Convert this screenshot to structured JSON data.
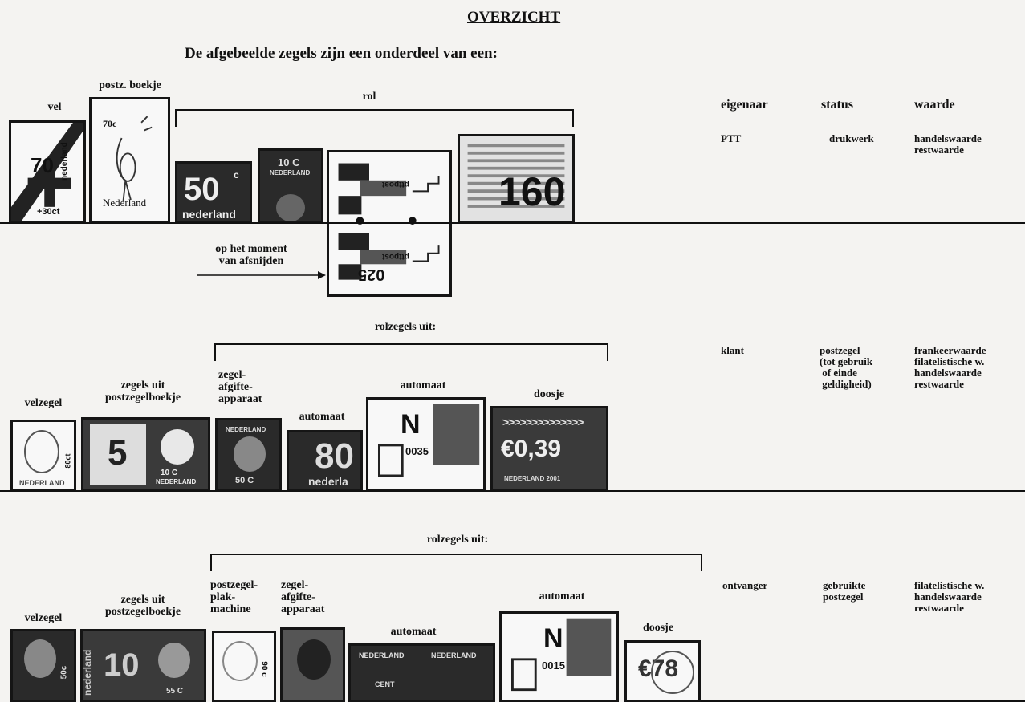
{
  "title": "OVERZICHT",
  "subtitle": "De afgebeelde zegels zijn een onderdeel van een:",
  "columns": {
    "owner": "eigenaar",
    "status": "status",
    "value": "waarde"
  },
  "section1": {
    "labels": {
      "vel": "vel",
      "boekje": "postz. boekje",
      "rol": "rol",
      "moment": "op het moment\nvan afsnijden"
    },
    "owner": "PTT",
    "status": "drukwerk",
    "value": "handelswaarde\nrestwaarde",
    "stamps": {
      "vel_num": "70",
      "vel_country": "nederland",
      "vel_surcharge": "+30ct",
      "boekje_val": "70c",
      "boekje_country": "Nederland",
      "rol1_val": "50",
      "rol1_c": "c",
      "rol1_country": "nederland",
      "rol2_val": "10 C",
      "rol2_country": "NEDERLAND",
      "strip_text": "pttpost",
      "strip_val": "025",
      "big_val": "160"
    }
  },
  "section2": {
    "labels": {
      "rolzegels": "rolzegels uit:",
      "velzegel": "velzegel",
      "boekje": "zegels uit\npostzegelboekje",
      "zegel_afgifte": "zegel-\nafgifte-\napparaat",
      "automaat1": "automaat",
      "automaat2": "automaat",
      "doosje": "doosje"
    },
    "owner": "klant",
    "status": "postzegel\n(tot gebruik\n of einde\n geldigheid)",
    "value": "frankeerwaarde\nfilatelistische w.\nhandelswaarde\nrestwaarde",
    "stamps": {
      "velzegel_val": "80ct",
      "velzegel_country": "NEDERLAND",
      "boekje_val1": "5",
      "boekje_val2": "10 C",
      "boekje_country": "NEDERLAND",
      "afgifte_val": "50 C",
      "afgifte_country": "NEDERLAND",
      "auto1_val": "80",
      "auto1_country": "nederla",
      "auto2_letter": "N",
      "auto2_val": "0035",
      "doosje_val": "€0,39",
      "doosje_country": "NEDERLAND 2001"
    }
  },
  "section3": {
    "labels": {
      "rolzegels": "rolzegels uit:",
      "velzegel": "velzegel",
      "boekje": "zegels uit\npostzegelboekje",
      "plak": "postzegel-\nplak-\nmachine",
      "zegel_afgifte": "zegel-\nafgifte-\napparaat",
      "automaat1": "automaat",
      "automaat2": "automaat",
      "doosje": "doosje"
    },
    "owner": "ontvanger",
    "status": "gebruikte\npostzegel",
    "value": "filatelistische w.\nhandelswaarde\nrestwaarde",
    "stamps": {
      "velzegel_val": "50c",
      "boekje_val1": "10",
      "boekje_country": "nederland",
      "boekje_val2": "55 C",
      "plak_val": "90 c",
      "auto1_country": "NEDERLAND",
      "auto1_val": "CENT",
      "auto2_letter": "N",
      "auto2_val": "0015",
      "doosje_val": "€78"
    }
  }
}
